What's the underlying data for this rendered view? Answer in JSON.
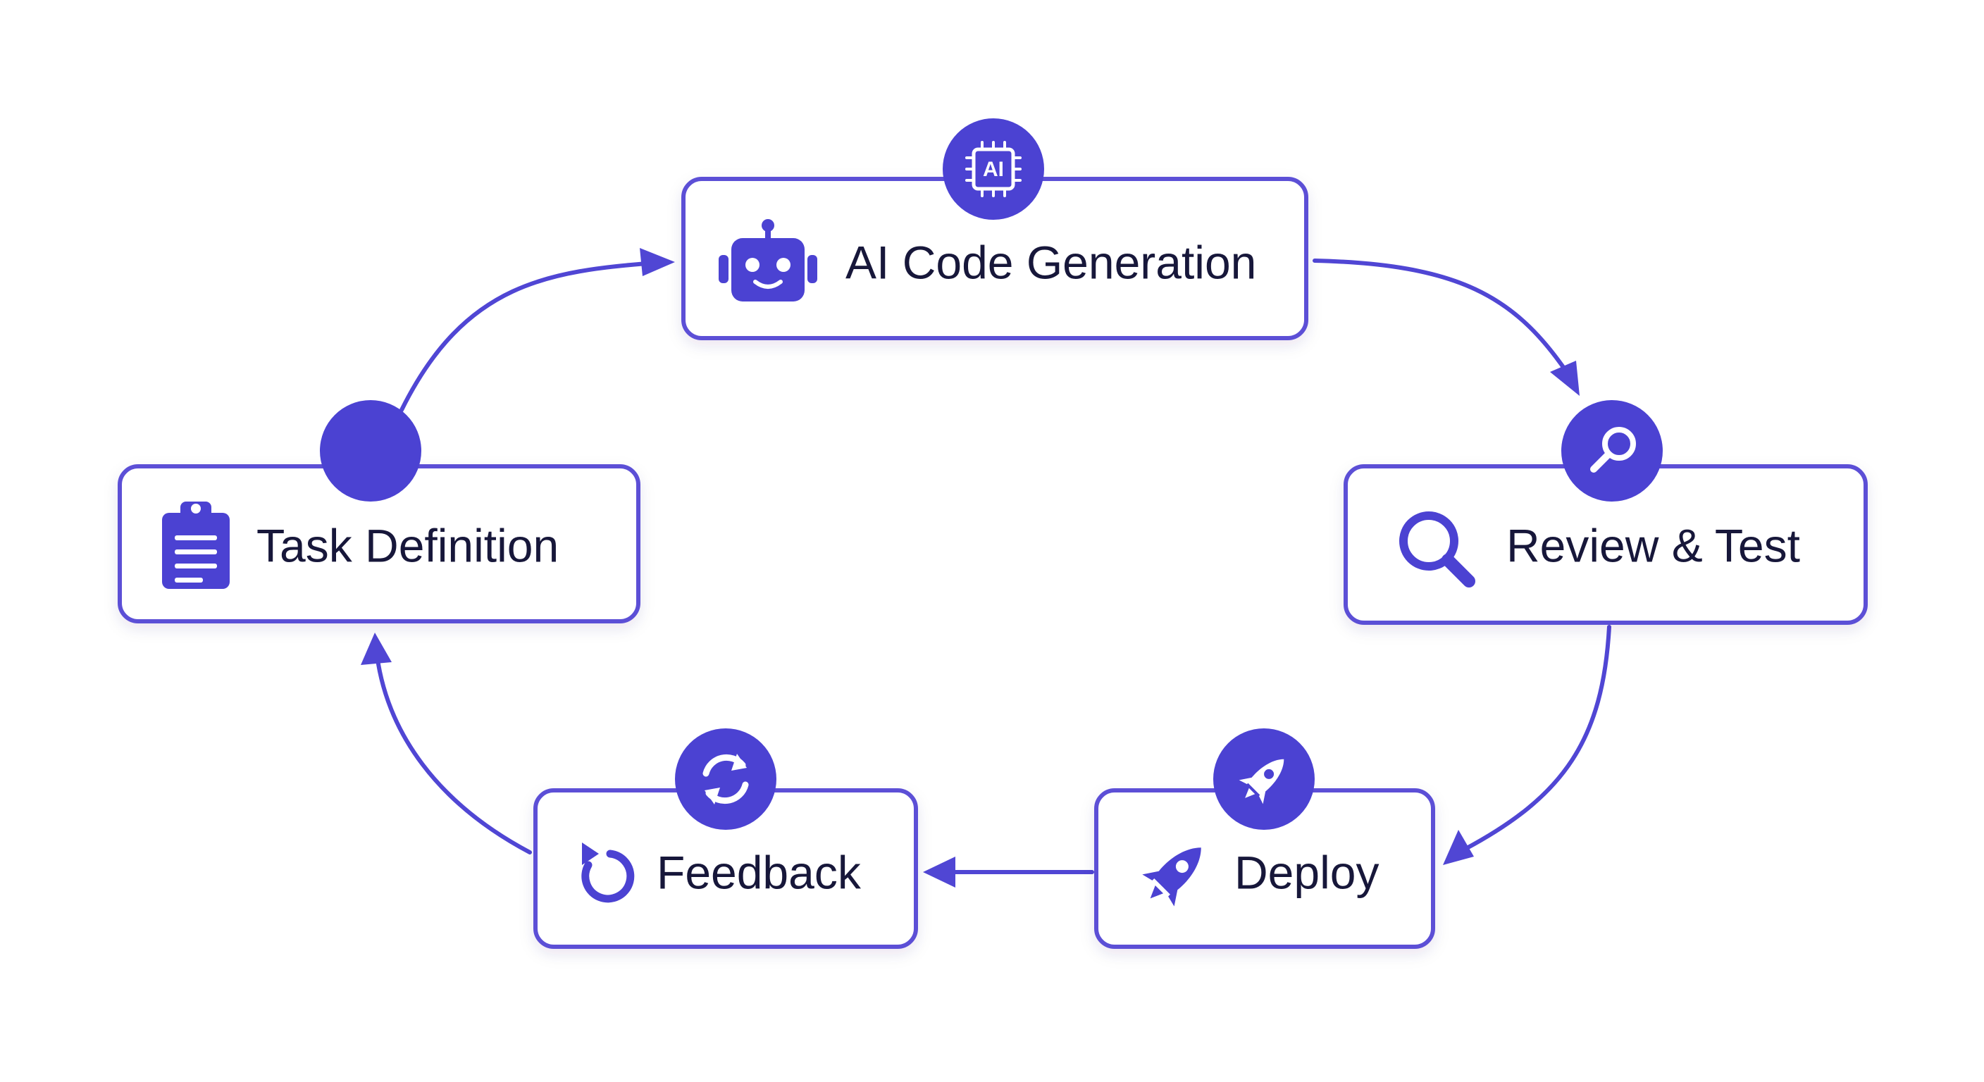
{
  "diagram": {
    "type": "cycle",
    "colors": {
      "accent": "#4b42d2",
      "border": "#5b50d6",
      "text": "#17173a",
      "background": "#ffffff"
    },
    "nodes": [
      {
        "id": "task",
        "label": "Task Definition",
        "icon": "clipboard-icon",
        "badge": "dot-badge"
      },
      {
        "id": "ai",
        "label": "AI Code Generation",
        "icon": "robot-icon",
        "badge": "ai-chip-badge",
        "badge_text": "AI"
      },
      {
        "id": "review",
        "label": "Review & Test",
        "icon": "magnifier-icon",
        "badge": "magnifier-badge"
      },
      {
        "id": "deploy",
        "label": "Deploy",
        "icon": "rocket-icon",
        "badge": "rocket-badge"
      },
      {
        "id": "feedback",
        "label": "Feedback",
        "icon": "undo-icon",
        "badge": "refresh-badge"
      }
    ],
    "edges": [
      {
        "from": "task",
        "to": "ai"
      },
      {
        "from": "ai",
        "to": "review"
      },
      {
        "from": "review",
        "to": "deploy"
      },
      {
        "from": "deploy",
        "to": "feedback"
      },
      {
        "from": "feedback",
        "to": "task"
      }
    ]
  }
}
